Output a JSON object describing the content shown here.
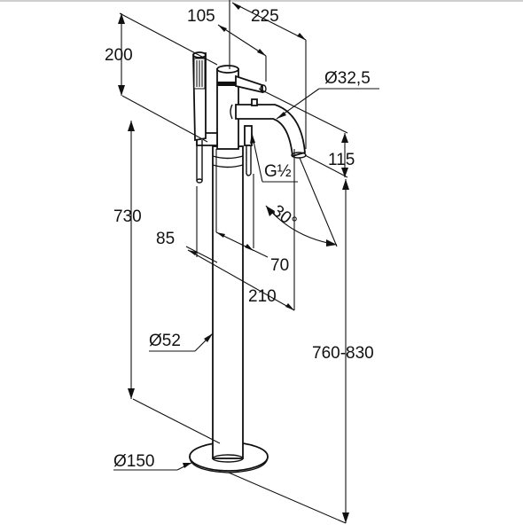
{
  "dimensions": {
    "d105": "105",
    "d225": "225",
    "d200": "200",
    "d_dia325": "Ø32,5",
    "d115": "115",
    "d_g12": "G½",
    "d30": "30°",
    "d730": "730",
    "d85": "85",
    "d70": "70",
    "d210": "210",
    "d_dia52": "Ø52",
    "d760": "760-830",
    "d_dia150": "Ø150"
  }
}
